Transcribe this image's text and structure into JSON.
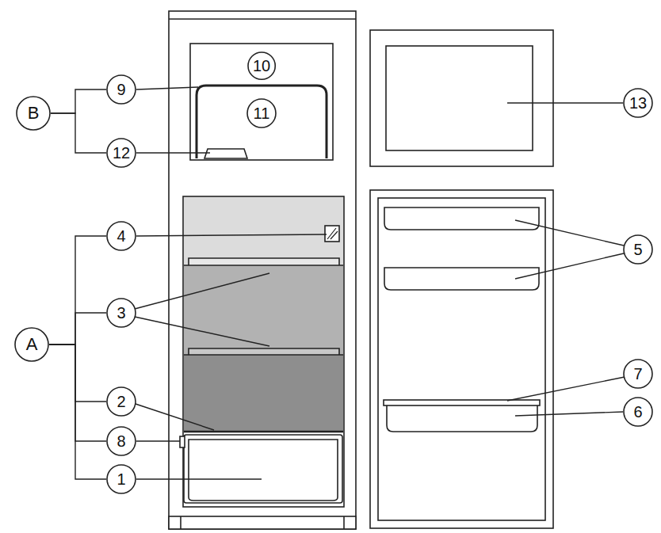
{
  "diagram": {
    "nodes": [
      {
        "text": [
          "10"
        ]
      },
      {
        "text": [
          "B"
        ]
      },
      {
        "text": [
          "9"
        ]
      },
      {
        "text": [
          "11"
        ]
      },
      {
        "text": [
          "13"
        ]
      },
      {
        "text": [
          "12"
        ]
      },
      {
        "text": [
          "4"
        ]
      },
      {
        "text": [
          "5"
        ]
      },
      {
        "text": [
          "A"
        ]
      },
      {
        "text": [
          "3"
        ]
      },
      {
        "text": [
          "7"
        ]
      },
      {
        "text": [
          "6"
        ]
      },
      {
        "text": [
          "2"
        ]
      },
      {
        "text": [
          "8"
        ]
      },
      {
        "text": [
          "1"
        ]
      }
    ],
    "edges": [
      {
        "from": 1,
        "to": 2,
        "arrow": "none"
      },
      {
        "from": 1,
        "to": 5,
        "arrow": "none"
      },
      {
        "from": 8,
        "to": 6,
        "arrow": "none"
      },
      {
        "from": 8,
        "to": 9,
        "arrow": "none"
      },
      {
        "from": 8,
        "to": 12,
        "arrow": "none"
      },
      {
        "from": 8,
        "to": 13,
        "arrow": "none"
      },
      {
        "from": 8,
        "to": 14,
        "arrow": "none"
      }
    ]
  }
}
